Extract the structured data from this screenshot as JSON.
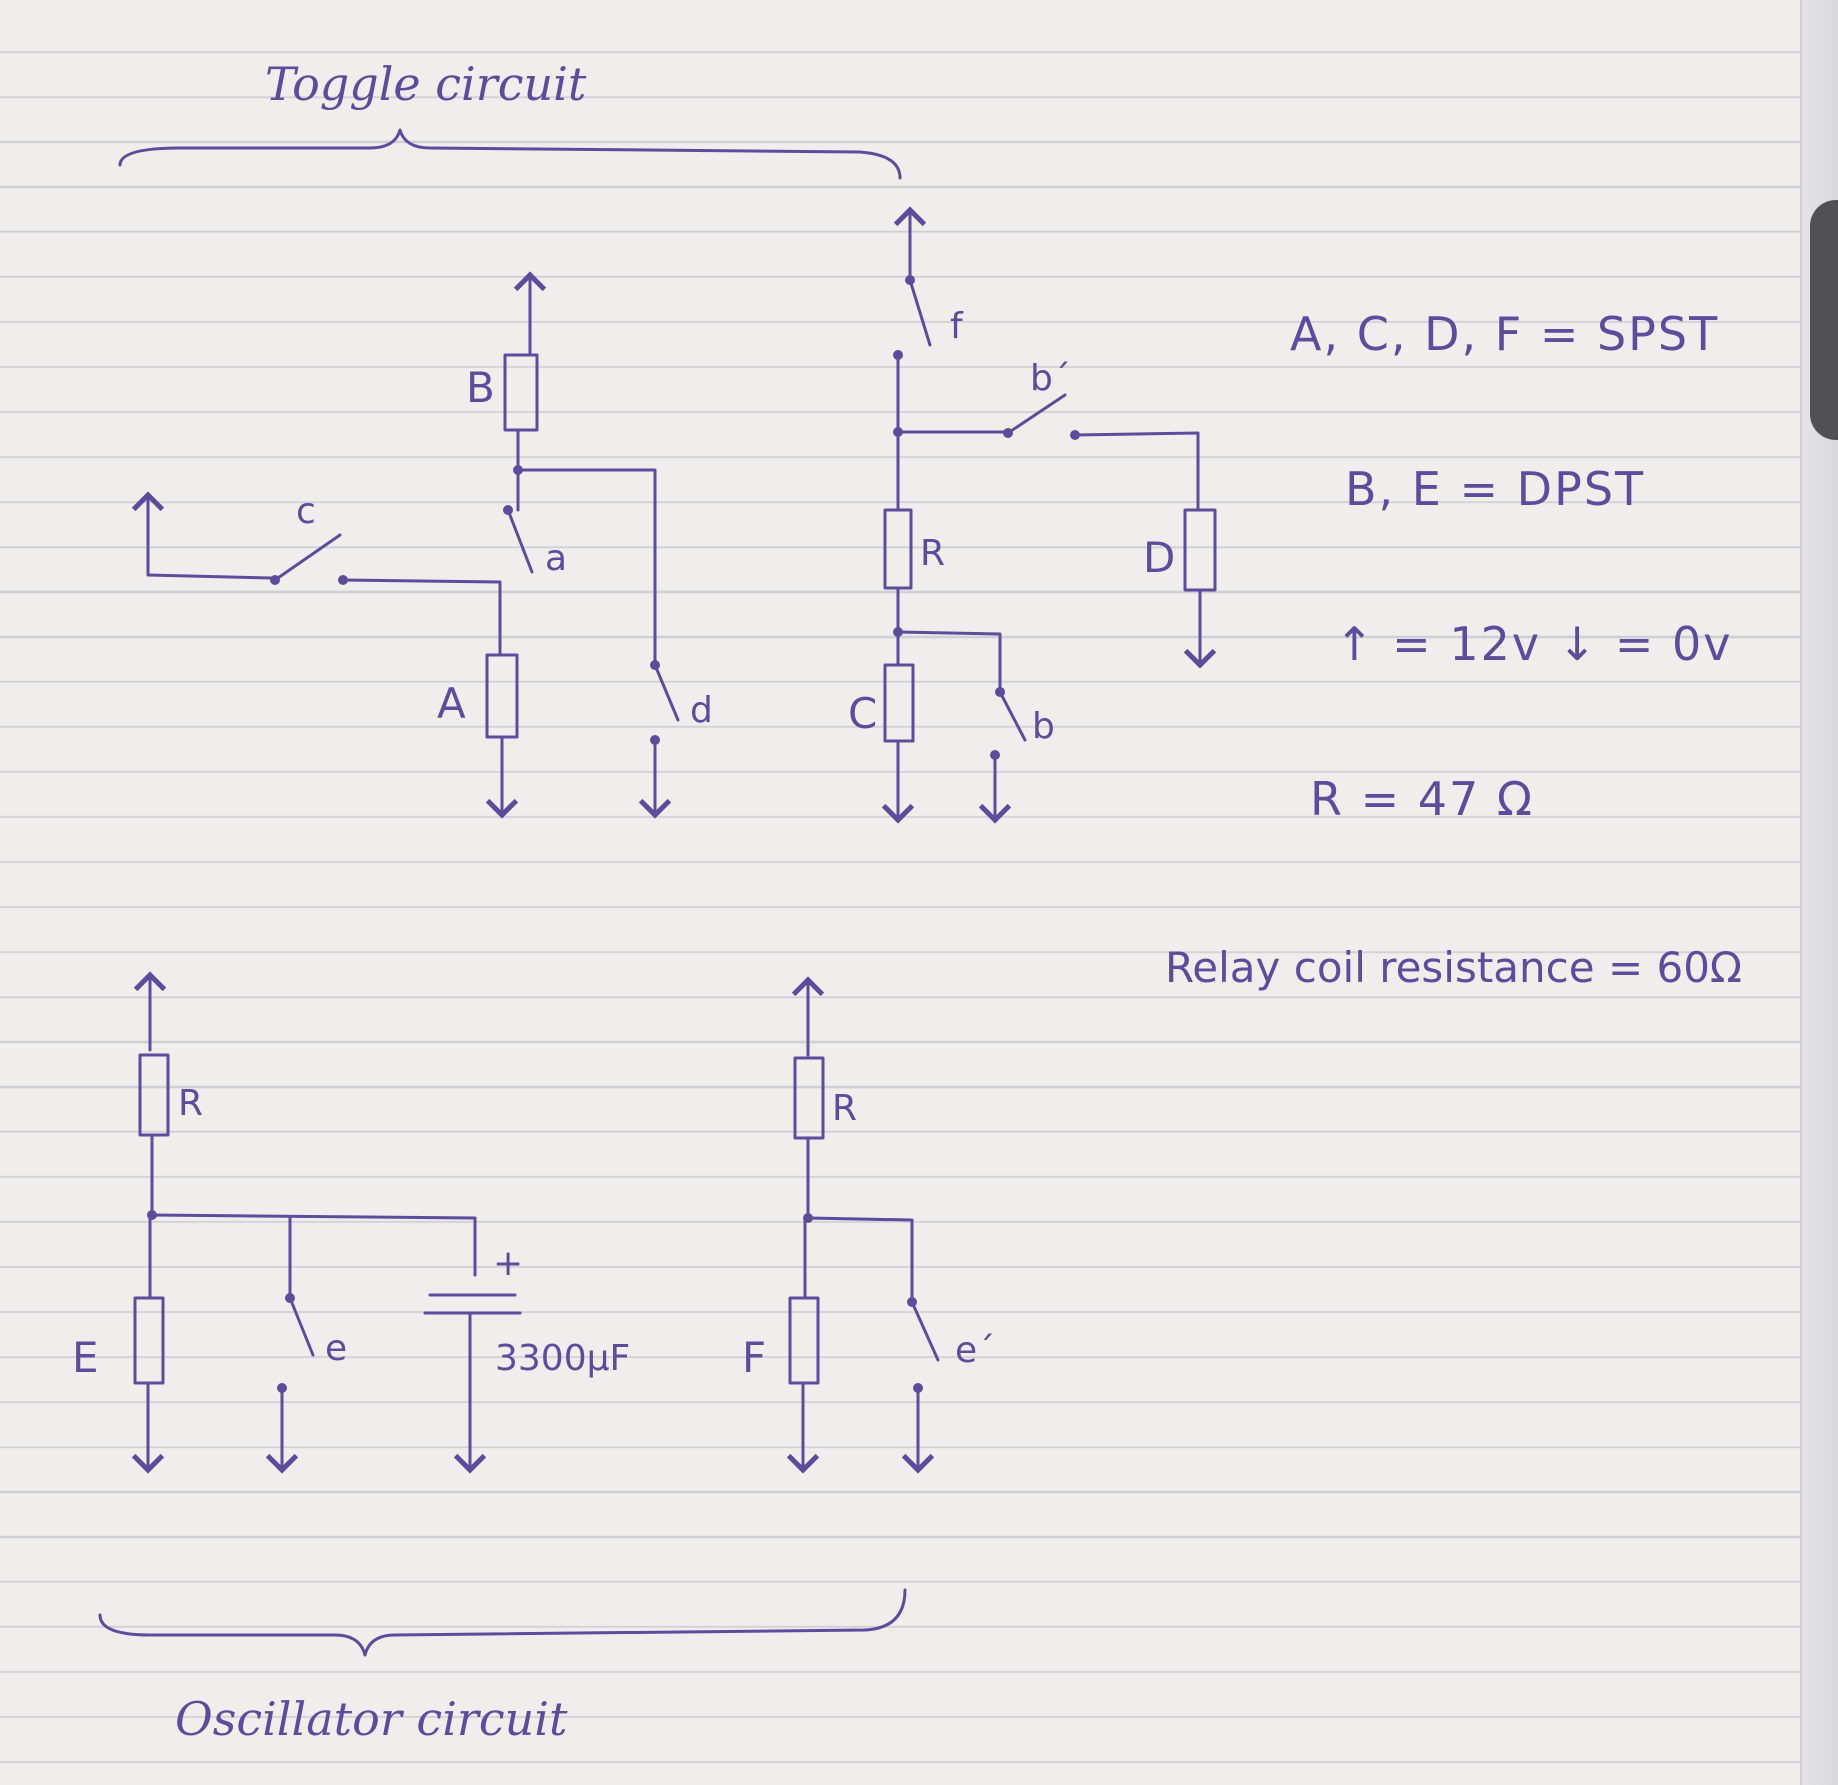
{
  "titles": {
    "toggle": "Toggle circuit",
    "oscillator": "Oscillator circuit"
  },
  "notes": {
    "spst": "A, C, D, F = SPST",
    "dpst": "B, E = DPST",
    "supply": "↑ = 12v  ↓ = 0v",
    "resistor": "R = 47 Ω",
    "coil": "Relay coil resistance = 60Ω"
  },
  "labels": {
    "relay_a": "A",
    "relay_b": "B",
    "relay_c": "C",
    "relay_d": "D",
    "relay_e": "E",
    "relay_f": "F",
    "contact_a": "a",
    "contact_b": "b",
    "contact_b_prime": "b´",
    "contact_c": "c",
    "contact_d": "d",
    "contact_e": "e",
    "contact_e_prime": "e´",
    "contact_f": "f",
    "resistor_toggle": "R",
    "resistor_osc_1": "R",
    "resistor_osc_2": "R",
    "cap_plus": "+",
    "capacitor": "3300μF"
  },
  "colors": {
    "ink": "#5b4d9c",
    "paper": "#f0eeec",
    "rule": "#cfd0d6",
    "tab": "#505055"
  }
}
